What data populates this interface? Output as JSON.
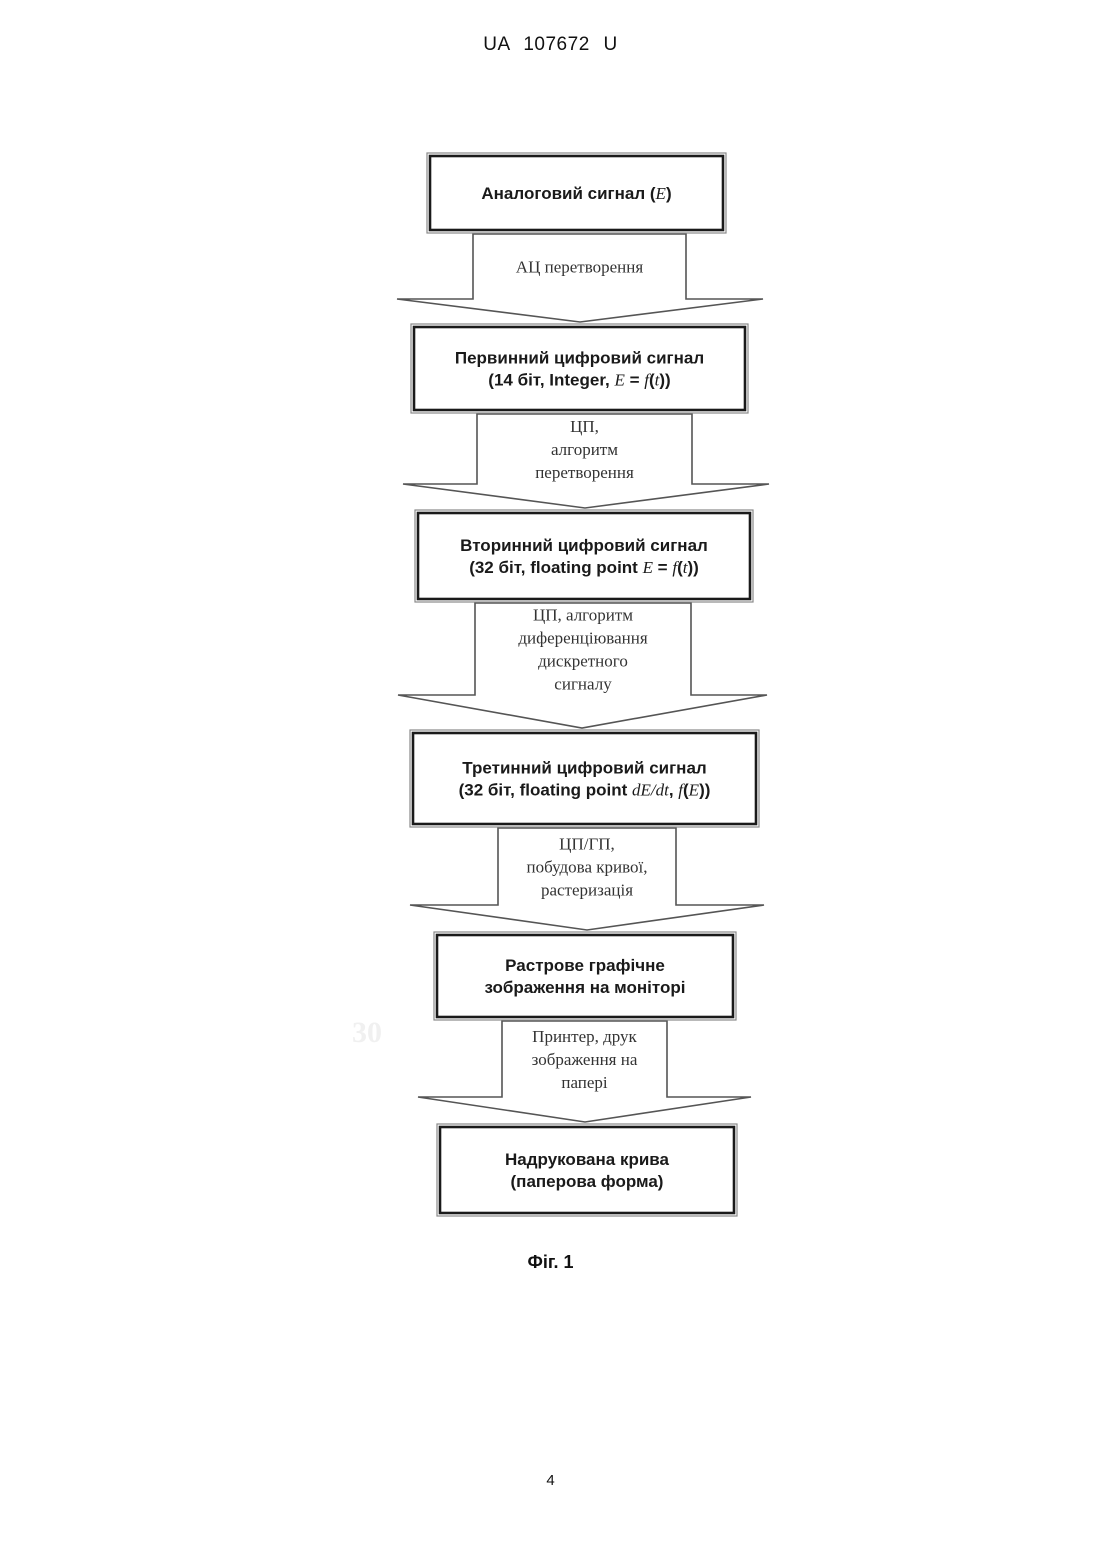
{
  "header": {
    "patent_id": "UA   107672   U"
  },
  "diagram": {
    "boxes": [
      {
        "line1": [
          {
            "t": "Аналоговий сигнал ("
          },
          {
            "t": "E",
            "i": true
          },
          {
            "t": ")"
          }
        ]
      },
      {
        "line1": [
          {
            "t": "Первинний цифровий сигнал"
          }
        ],
        "line2": [
          {
            "t": "(14 біт,  Integer, "
          },
          {
            "t": "E",
            "i": true
          },
          {
            "t": " = "
          },
          {
            "t": "f",
            "i": true
          },
          {
            "t": "("
          },
          {
            "t": "t",
            "i": true
          },
          {
            "t": "))"
          }
        ]
      },
      {
        "line1": [
          {
            "t": "Вторинний цифровий сигнал"
          }
        ],
        "line2": [
          {
            "t": "(32 біт, floating point "
          },
          {
            "t": "E",
            "i": true
          },
          {
            "t": " = "
          },
          {
            "t": "f",
            "i": true
          },
          {
            "t": "("
          },
          {
            "t": "t",
            "i": true
          },
          {
            "t": "))"
          }
        ]
      },
      {
        "line1": [
          {
            "t": "Третинний цифровий сигнал"
          }
        ],
        "line2": [
          {
            "t": "(32 біт, floating point "
          },
          {
            "t": "dE/dt",
            "i": true
          },
          {
            "t": ", "
          },
          {
            "t": "f",
            "i": true
          },
          {
            "t": "("
          },
          {
            "t": "E",
            "i": true
          },
          {
            "t": "))"
          }
        ]
      },
      {
        "line1": [
          {
            "t": "Растрове графічне"
          }
        ],
        "line2": [
          {
            "t": "зображення на моніторі"
          }
        ]
      },
      {
        "line1": [
          {
            "t": "Надрукована крива"
          }
        ],
        "line2": [
          {
            "t": "(паперова форма)"
          }
        ]
      }
    ],
    "arrows": [
      {
        "lines": [
          "АЦ перетворення"
        ]
      },
      {
        "lines": [
          "ЦП,",
          "алгоритм",
          "перетворення"
        ]
      },
      {
        "lines": [
          "ЦП, алгоритм",
          "диференціювання",
          "дискретного",
          "сигналу"
        ]
      },
      {
        "lines": [
          "ЦП/ГП,",
          "побудова кривої,",
          "растеризація"
        ]
      },
      {
        "lines": [
          "Принтер, друк",
          "зображення на",
          "папері"
        ]
      }
    ]
  },
  "figure": {
    "caption": "Фіг. 1"
  },
  "footer": {
    "page_number": "4"
  },
  "colors": {
    "box_border": "#1a1a1a",
    "arrow_border": "#555555",
    "text": "#111111"
  }
}
